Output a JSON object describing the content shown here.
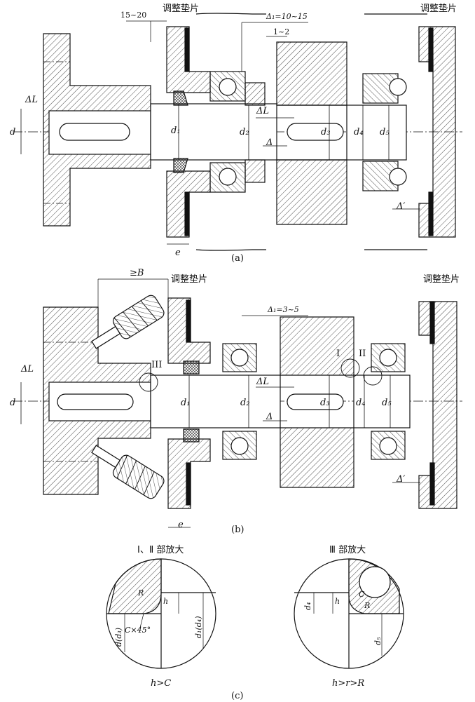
{
  "figure_a": {
    "caption": "(a)",
    "shim_left": "调整垫片",
    "shim_right": "调整垫片",
    "dim_15_20": "15~20",
    "delta_gap": "Δ₁=10~15",
    "gap_1_2": "1~2",
    "delta_L_left": "ΔL",
    "delta_L_mid": "ΔL",
    "delta_mid": "Δ",
    "delta_prime": "Δ′",
    "e": "e",
    "d": "d",
    "d1": "d₁",
    "d2": "d₂",
    "d3": "d₃",
    "d4": "d₄",
    "d5": "d₅"
  },
  "figure_b": {
    "caption": "(b)",
    "shim_left": "调整垫片",
    "shim_right": "调整垫片",
    "ge_B": "≥B",
    "delta_gap": "Δ₁=3~5",
    "delta_L_left": "ΔL",
    "delta_L_mid": "ΔL",
    "delta_mid": "Δ",
    "delta_prime": "Δ′",
    "e": "e",
    "mark_I": "I",
    "mark_II": "II",
    "mark_III": "III",
    "d": "d",
    "d1": "d₁",
    "d2": "d₂",
    "d3": "d₃",
    "d4": "d₄",
    "d5": "d₅"
  },
  "figure_c": {
    "caption": "(c)",
    "left_title": "Ⅰ、Ⅱ 部放大",
    "right_title": "Ⅲ 部放大",
    "left_R": "R",
    "left_h": "h",
    "left_chamfer": "C×45°",
    "left_d": "d(d₃)",
    "left_d1": "d₁(d₄)",
    "left_note": "h>C",
    "right_d4": "d₄",
    "right_h": "h",
    "right_C": "C",
    "right_R": "R",
    "right_d5": "d₅",
    "right_note": "h>r>R"
  }
}
